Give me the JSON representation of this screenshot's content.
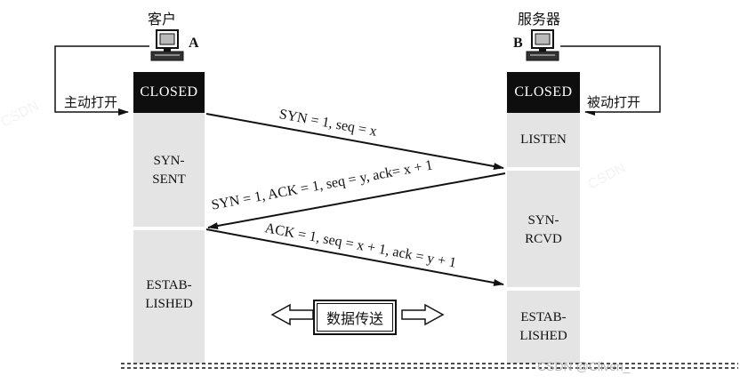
{
  "client": {
    "title": "客户",
    "letter": "A",
    "action": "主动打开",
    "states": {
      "closed": "CLOSED",
      "syn_sent": "SYN-\nSENT",
      "established": "ESTAB-\nLISHED"
    }
  },
  "server": {
    "title": "服务器",
    "letter": "B",
    "action": "被动打开",
    "states": {
      "closed": "CLOSED",
      "listen": "LISTEN",
      "syn_rcvd": "SYN-\nRCVD",
      "established": "ESTAB-\nLISHED"
    }
  },
  "messages": {
    "syn": "SYN = 1, seq = x",
    "syn_ack": "SYN = 1, ACK = 1, seq = y, ack= x + 1",
    "ack": "ACK = 1, seq = x + 1, ack = y + 1"
  },
  "data_transfer": "数据传送",
  "watermark": "CSDN @Cliven_"
}
